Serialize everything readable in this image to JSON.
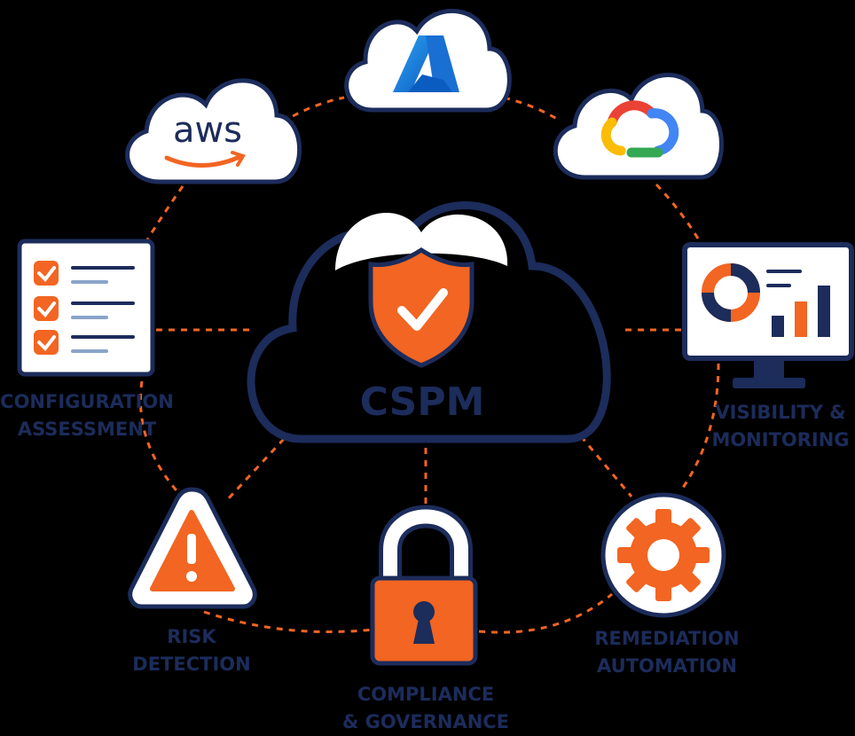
{
  "diagram": {
    "center_title": "CSPM",
    "providers": {
      "aws_logo_text": "aws",
      "azure_logo": "azure-logo",
      "gcp_logo": "google-cloud-logo"
    },
    "nodes": {
      "configuration": {
        "line1": "CONFIGURATION",
        "line2": "ASSESSMENT"
      },
      "visibility": {
        "line1": "VISIBILITY &",
        "line2": "MONITORING"
      },
      "risk": {
        "line1": "RISK",
        "line2": "DETECTION"
      },
      "compliance": {
        "line1": "COMPLIANCE",
        "line2": "& GOVERNANCE"
      },
      "remediation": {
        "line1": "REMEDIATION",
        "line2": "AUTOMATION"
      }
    },
    "colors": {
      "navy": "#1c2c5b",
      "orange": "#f26522",
      "blue": "#0078d4",
      "background": "#000000",
      "white": "#ffffff"
    },
    "icons": [
      "checklist-icon",
      "monitor-chart-icon",
      "warning-triangle-icon",
      "padlock-icon",
      "gear-icon",
      "shield-check-icon"
    ]
  }
}
